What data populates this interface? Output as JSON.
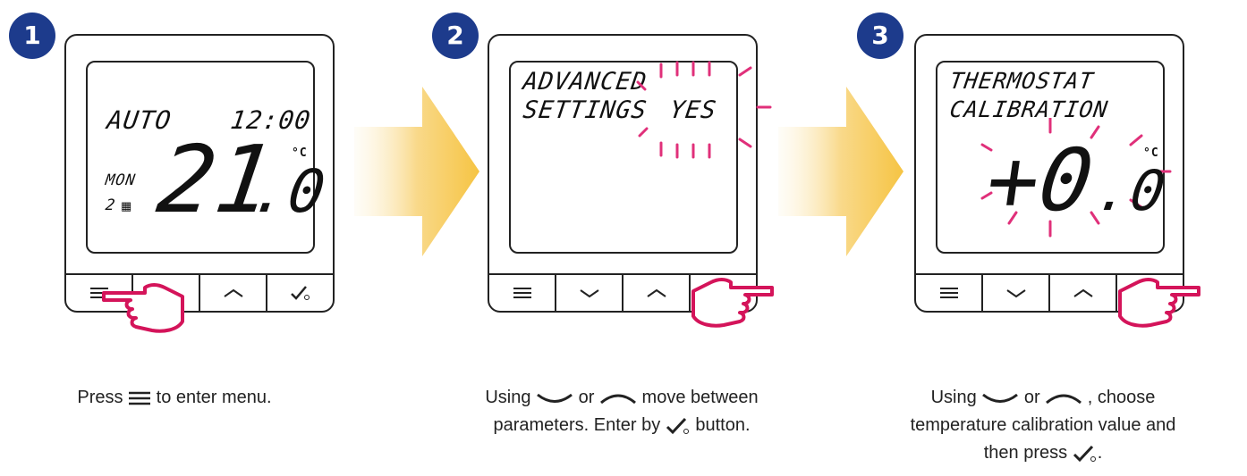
{
  "steps": [
    {
      "number": "1",
      "display": {
        "mode": "AUTO",
        "time": "12:00",
        "day": "MON",
        "program": "2",
        "temp_int": "21",
        "temp_dec": ".0",
        "unit": "°C"
      },
      "caption": {
        "prefix": "Press",
        "suffix": "to enter menu."
      }
    },
    {
      "number": "2",
      "display": {
        "line1": "ADVANCED",
        "line2": "SETTINGS",
        "value": "YES"
      },
      "caption": {
        "line1_a": "Using",
        "line1_b": "or",
        "line1_c": "move between",
        "line2_a": "parameters. Enter by",
        "line2_b": "button."
      }
    },
    {
      "number": "3",
      "display": {
        "line1": "THERMOSTAT",
        "line2": "CALIBRATION",
        "value_int": "+0",
        "value_dec": ".0",
        "unit": "°C"
      },
      "caption": {
        "line1_a": "Using",
        "line1_b": "or",
        "line1_c": ", choose",
        "line2": "temperature calibration value and",
        "line3_a": "then press",
        "line3_b": "."
      }
    }
  ],
  "colors": {
    "badge": "#1d3b8c",
    "hand": "#d4145a",
    "blink": "#e0307a",
    "arrow": "#f7c948"
  },
  "icons": [
    "menu-icon",
    "chevron-down-icon",
    "chevron-up-icon",
    "check-power-icon",
    "pointing-hand-icon",
    "arrow-right-icon"
  ]
}
